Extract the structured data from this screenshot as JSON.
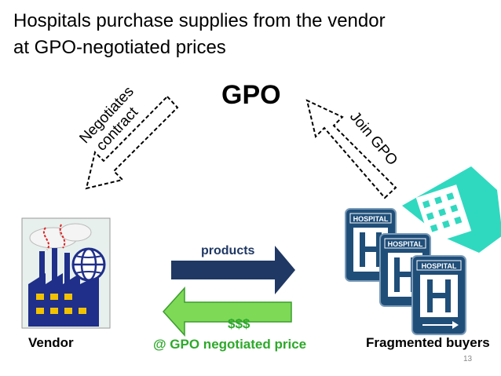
{
  "slide": {
    "title_line1": "Hospitals purchase supplies from the vendor",
    "title_line2": "at GPO-negotiated prices",
    "slide_number": "13"
  },
  "diagram": {
    "gpo_label": "GPO",
    "negotiates_line1": "Negotiates",
    "negotiates_line2": "contract",
    "join_label": "Join GPO",
    "products_label": "products",
    "money_label": "$$$",
    "price_label": "@ GPO negotiated price",
    "vendor_label": "Vendor",
    "buyers_label": "Fragmented buyers",
    "hospital_sign": "HOSPITAL",
    "hospital_letter": "H"
  },
  "colors": {
    "products_arrow": "#1f3864",
    "money_arrow": "#7ed957",
    "money_text": "#2da92a",
    "hospital_blue": "#1f4e79",
    "hospital_teal": "#2fd9c0"
  }
}
